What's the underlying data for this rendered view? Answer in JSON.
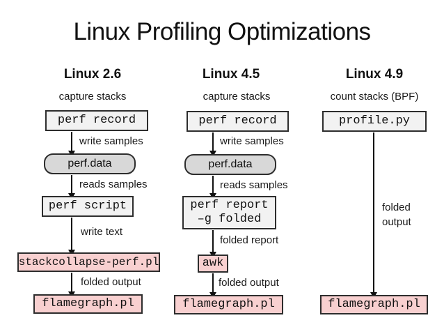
{
  "title": "Linux Profiling Optimizations",
  "colors": {
    "background": "#ffffff",
    "box_light": "#f2f2f2",
    "box_gray": "#d8d8d8",
    "box_pink": "#f8d0d0",
    "border": "#2d2d2d",
    "text": "#1a1a1a"
  },
  "diagram": {
    "col1": {
      "header": "Linux 2.6",
      "step_label": "capture stacks",
      "node_perf_record": "perf record",
      "edge_write_samples": "write samples",
      "node_perf_data": "perf.data",
      "edge_reads_samples": "reads samples",
      "node_perf_script": "perf script",
      "edge_write_text": "write text",
      "node_stackcollapse": "stackcollapse-perf.pl",
      "edge_folded_output": "folded output",
      "node_flamegraph": "flamegraph.pl"
    },
    "col2": {
      "header": "Linux 4.5",
      "step_label": "capture stacks",
      "node_perf_record": "perf record",
      "edge_write_samples": "write samples",
      "node_perf_data": "perf.data",
      "edge_reads_samples": "reads samples",
      "node_perf_report_line1": "perf report",
      "node_perf_report_line2": "–g folded",
      "edge_folded_report": "folded report",
      "node_awk": "awk",
      "edge_folded_output": "folded output",
      "node_flamegraph": "flamegraph.pl"
    },
    "col3": {
      "header": "Linux 4.9",
      "step_label": "count stacks (BPF)",
      "node_profile_py": "profile.py",
      "edge_folded_line1": "folded",
      "edge_folded_line2": "output",
      "node_flamegraph": "flamegraph.pl"
    }
  }
}
